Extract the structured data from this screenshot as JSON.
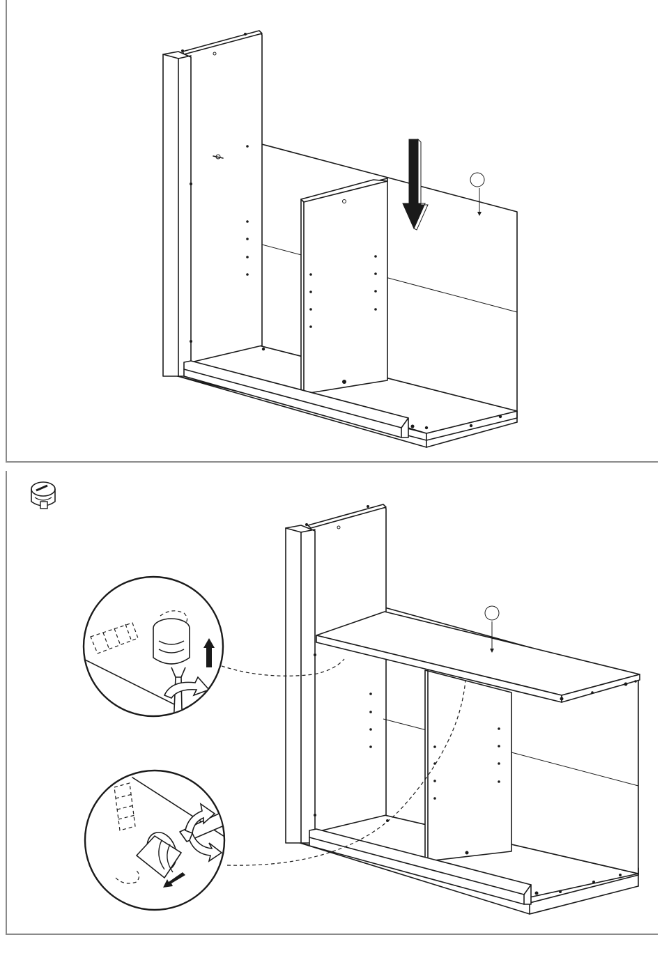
{
  "steps": [
    {
      "id": "step-1",
      "part_marker": "",
      "action": "insert-shelf-down"
    },
    {
      "id": "step-2",
      "part_marker": "",
      "action": "tighten-cam-locks"
    }
  ],
  "hardware_icon": "cam-lock-icon",
  "colors": {
    "line": "#1a1a1a",
    "border": "#8a8a8a",
    "background": "#ffffff"
  }
}
